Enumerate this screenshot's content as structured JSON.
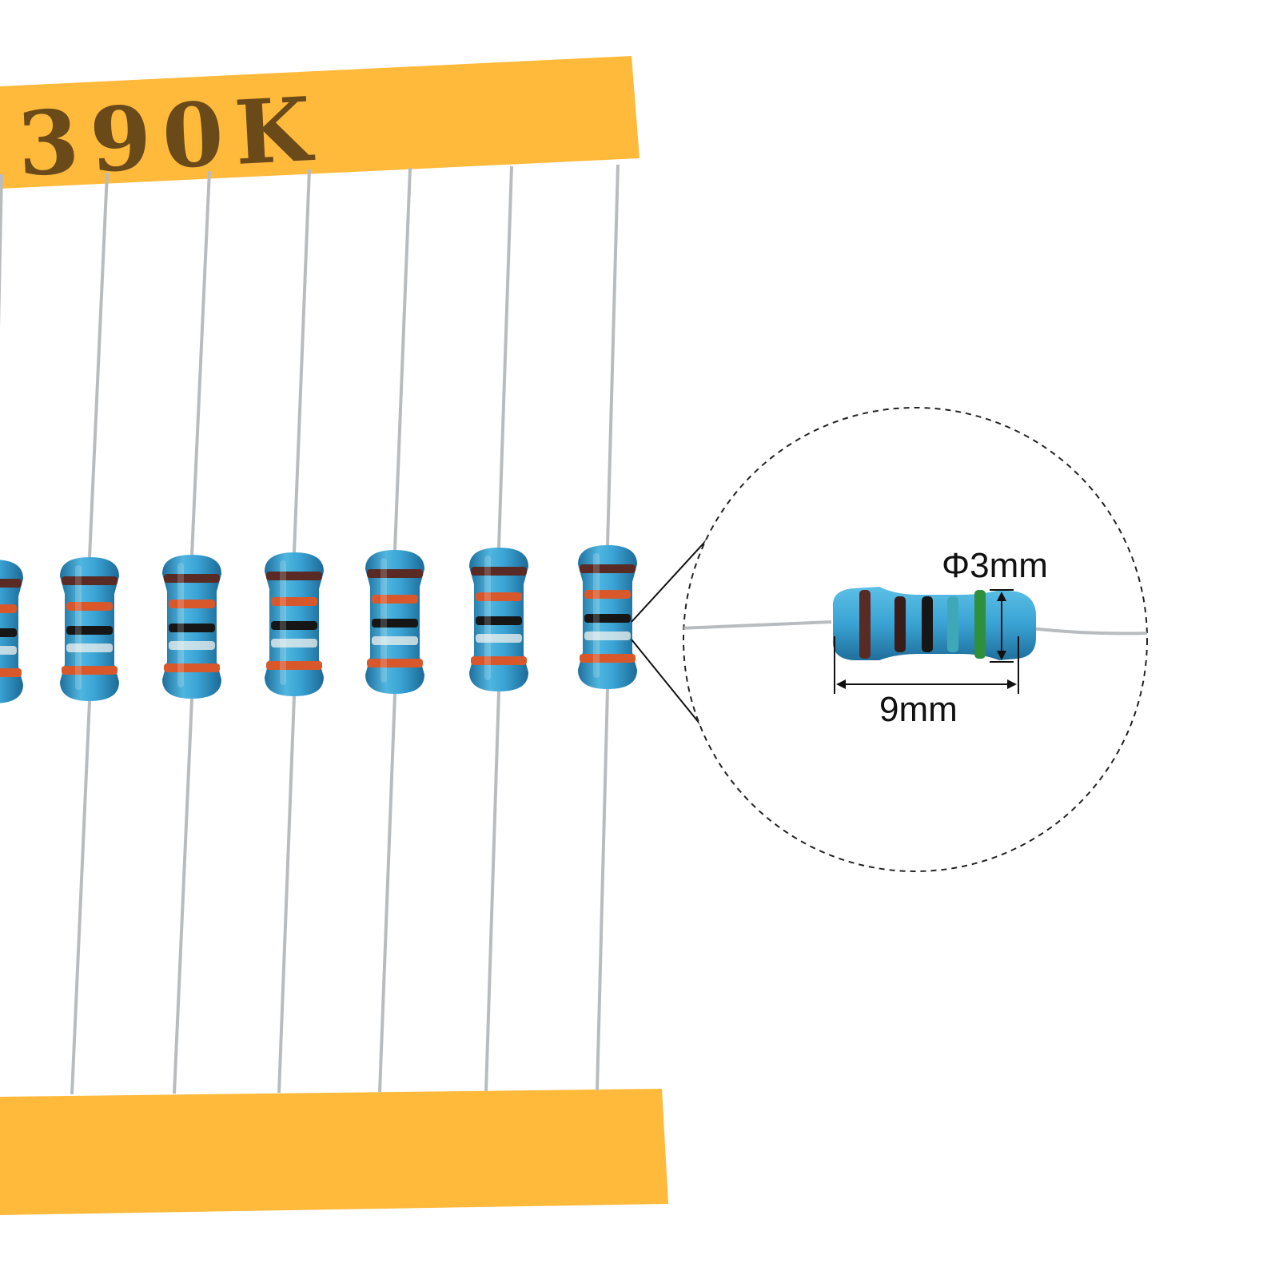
{
  "tape": {
    "label": "390K",
    "color": "#ffba3c"
  },
  "resistor": {
    "body_color": "#3aa3d4",
    "lead_color": "#b9bcbf",
    "bands": [
      "#5a2a24",
      "#d9582b",
      "#161616",
      "#f2f2ee",
      "#d9582b"
    ],
    "zoom_bands": [
      "#5a2a24",
      "#3a1d1a",
      "#161616",
      "#3fa8b8",
      "#2e8f3c"
    ]
  },
  "callout": {
    "diameter_label": "Φ3mm",
    "length_label": "9mm"
  }
}
